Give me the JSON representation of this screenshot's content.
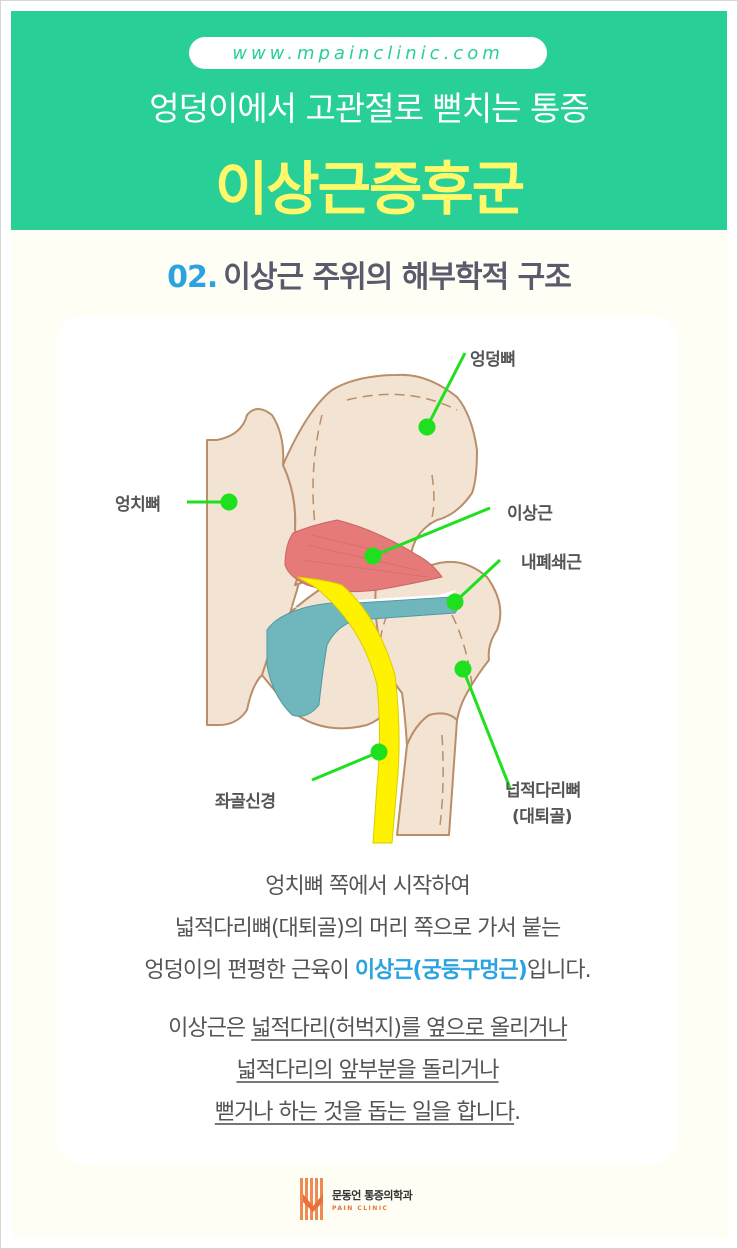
{
  "header": {
    "url": "www.mpainclinic.com",
    "subtitle": "엉덩이에서 고관절로 뻗치는 통증",
    "title": "이상근증후군",
    "bg_color": "#28cf97",
    "title_color": "#fff86a"
  },
  "section": {
    "number": "02.",
    "title": "이상근 주위의 해부학적 구조",
    "number_color": "#2aa3e0"
  },
  "illustration": {
    "labels": {
      "ilium": "엉덩뼈",
      "sacrum": "엉치뼈",
      "piriformis": "이상근",
      "obturator_internus": "내폐쇄근",
      "femur_line1": "넙적다리뼈",
      "femur_line2": "(대퇴골)",
      "sciatic_nerve": "좌골신경"
    },
    "colors": {
      "bone": "#f3e3d3",
      "bone_outline": "#b98e68",
      "muscle": "#e57a78",
      "tendon": "#6fb7bd",
      "nerve": "#fff200",
      "pointer": "#1ee01e"
    }
  },
  "description": {
    "para1": {
      "line1": "엉치뼈 쪽에서 시작하여",
      "line2": "넓적다리뼈(대퇴골)의 머리 쪽으로 가서 붙는",
      "line3_prefix": "엉덩이의 편평한 근육이 ",
      "line3_highlight": "이상근(궁둥구멍근)",
      "line3_suffix": "입니다."
    },
    "para2": {
      "line1_prefix": "이상근은 ",
      "line1_underlined": "넓적다리(허벅지)를 옆으로 올리거나",
      "line2_underlined": "넓적다리의 앞부분을 돌리거나",
      "line3_underlined": "뻗거나 하는 것을 돕는 일을 합니다",
      "line3_suffix": "."
    }
  },
  "footer": {
    "logo_name": "문동언 통증의학과",
    "logo_sub": "PAIN CLINIC",
    "logo_color": "#e8713a"
  }
}
